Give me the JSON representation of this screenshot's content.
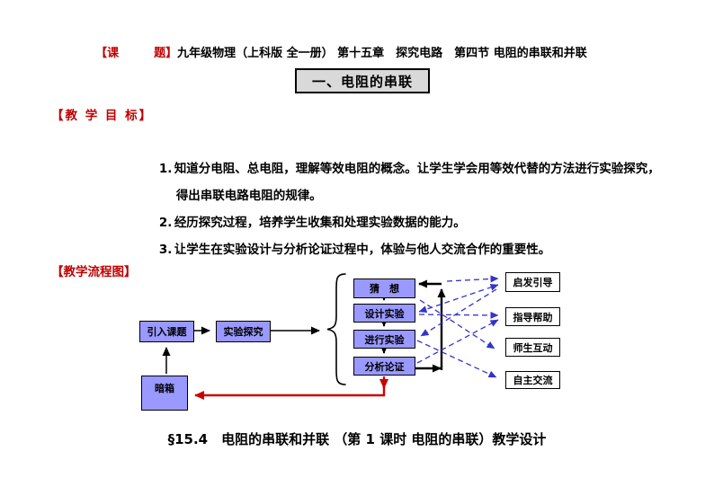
{
  "colors": {
    "accent_red": "#c00000",
    "flow_box_fill": "#9999ff",
    "title_box_bg": "#d9d9d9",
    "dashed_arrow_blue": "#3333cc",
    "feedback_arrow_red": "#cc0000"
  },
  "header": {
    "label": "【课　　　题】",
    "course": "九年级物理（上科版 全一册） 第十五章　探究电路　第四节 电阻的串联和并联"
  },
  "section_title": "一、电阻的串联",
  "goals_heading": "【教 学 目 标】",
  "goals": [
    {
      "num": "1.",
      "lines": [
        "知道分电阻、总电阻，理解等效电阻的概念。让学生学会用等效代替的方法进行实验探究，",
        "得出串联电路电阻的规律。"
      ]
    },
    {
      "num": "2.",
      "lines": [
        "经历探究过程，培养学生收集和处理实验数据的能力。"
      ]
    },
    {
      "num": "3.",
      "lines": [
        "让学生在实验设计与分析论证过程中，体验与他人交流合作的重要性。"
      ]
    }
  ],
  "flow_heading": "【教学流程图】",
  "flowchart": {
    "intro_box": "引入课题",
    "explore_box": "实验探究",
    "black_box": "暗箱",
    "inquiry_steps": [
      "猜　想",
      "设计实验",
      "进行实验",
      "分析论证"
    ],
    "guidance_boxes": [
      "启发引导",
      "指导帮助",
      "师生互动",
      "自主交流"
    ]
  },
  "caption": "§15.4　电阻的串联和并联 （第 1 课时 电阻的串联）教学设计"
}
